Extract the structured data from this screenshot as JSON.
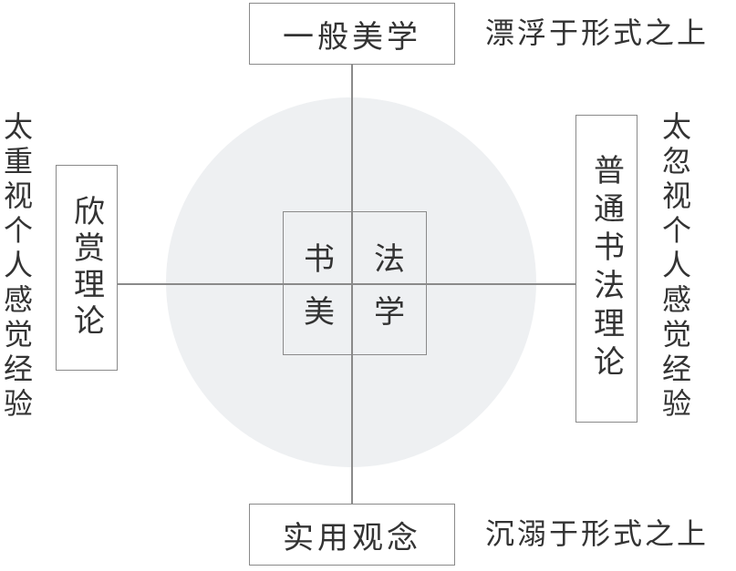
{
  "diagram": {
    "top_box": "一般美学",
    "bottom_box": "实用观念",
    "left_box": "欣赏理论",
    "right_box": "普通书法理论",
    "center_chars": [
      "书",
      "法",
      "美",
      "学"
    ],
    "top_note": "漂浮于形式之上",
    "bottom_note": "沉溺于形式之上",
    "left_note": "太重视个人感觉经验",
    "right_note": "太忽视个人感觉经验"
  }
}
